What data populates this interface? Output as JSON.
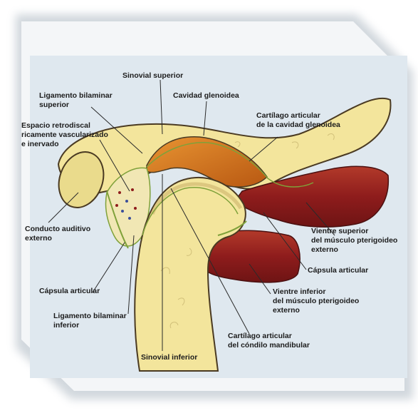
{
  "colors": {
    "frame_shadow": "#9aa7b4",
    "background": "#dfe8ef",
    "bone": "#f3e59c",
    "bone_edge": "#4a3a22",
    "disc": "#d87a1e",
    "muscle": "#8e1c1c",
    "synovial_line": "#7fa13a"
  },
  "labels": {
    "sinovial_superior": "Sinovial superior",
    "lig_bilaminar_sup": [
      "Ligamento bilaminar",
      "superior"
    ],
    "cavidad_glenoidea": "Cavidad glenoidea",
    "espacio_retrodiscal": [
      "Espacio retrodiscal",
      "ricamente vascularizado",
      "e inervado"
    ],
    "cartilago_cavidad": [
      "Cartílago articular",
      "de la cavidad glenoidea"
    ],
    "conducto_auditivo": [
      "Conducto auditivo",
      "externo"
    ],
    "vientre_superior": [
      "Vientre superior",
      "del músculo pterigoideo",
      "externo"
    ],
    "capsula_right": "Cápsula articular",
    "capsula_left": "Cápsula articular",
    "vientre_inferior": [
      "Vientre inferior",
      "del músculo pterigoideo",
      "externo"
    ],
    "lig_bilaminar_inf": [
      "Ligamento bilaminar",
      "inferior"
    ],
    "cartilago_condilo": [
      "Cartílago articular",
      "del cóndilo mandibular"
    ],
    "sinovial_inferior": "Sinovial inferior"
  }
}
